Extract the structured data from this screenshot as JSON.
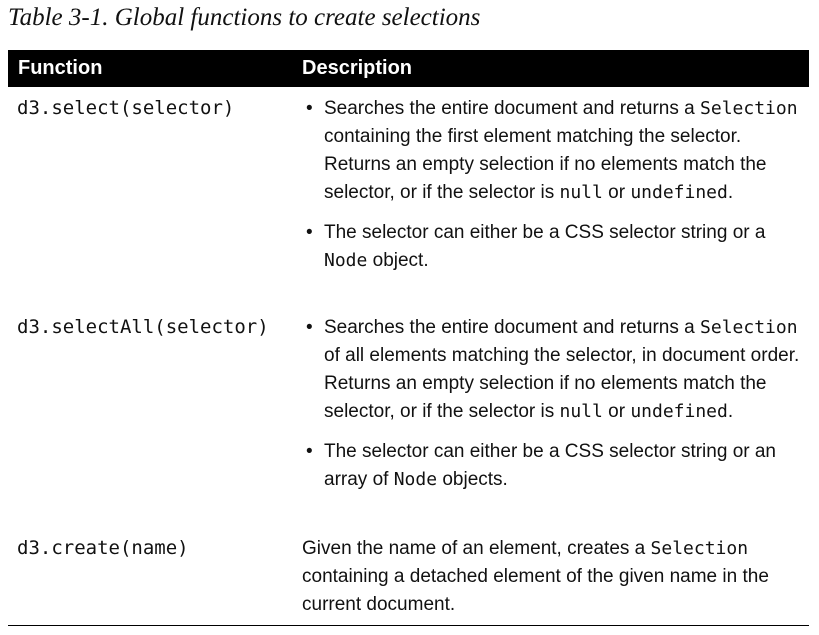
{
  "caption": "Table 3-1. Global functions to create selections",
  "header": {
    "col1": "Function",
    "col2": "Description"
  },
  "rows": [
    {
      "function": "d3.select(selector)",
      "bullets": [
        {
          "t1": "Searches the entire document and returns a ",
          "c1": "Selection",
          "t2": " containing the first element matching the selector. Returns an empty selection if no elements match the selector, or if the selector is ",
          "c2": "null",
          "t3": " or ",
          "c3": "undefined",
          "t4": "."
        },
        {
          "t1": "The selector can either be a CSS selector string or a ",
          "c1": "Node",
          "t2": " object."
        }
      ]
    },
    {
      "function": "d3.selectAll(selector)",
      "bullets": [
        {
          "t1": "Searches the entire document and returns a ",
          "c1": "Selection",
          "t2": " of all elements matching the selector, in document order. Returns an empty selection if no elements match the selector, or if the selector is ",
          "c2": "null",
          "t3": " or ",
          "c3": "undefined",
          "t4": "."
        },
        {
          "t1": "The selector can either be a CSS selector string or an array of ",
          "c1": "Node",
          "t2": " objects."
        }
      ]
    },
    {
      "function": "d3.create(name)",
      "description": {
        "t1": "Given the name of an element, creates a ",
        "c1": "Selection",
        "t2": " containing a detached element of the given name in the current document."
      }
    }
  ],
  "bullet_glyph": "•"
}
